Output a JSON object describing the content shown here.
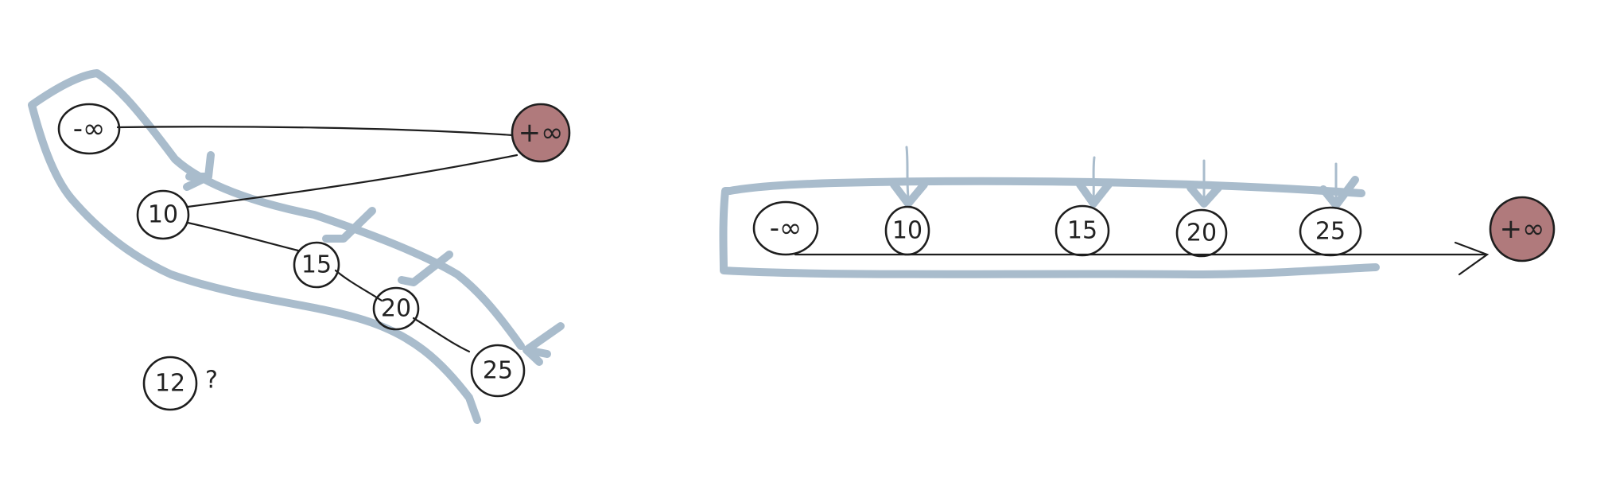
{
  "colors": {
    "ink": "#1e1e1e",
    "highlight": "#a9bccc",
    "positive_infinity_fill": "#b07a7c",
    "background": "#ffffff"
  },
  "left_diagram": {
    "nodes": [
      {
        "id": "neg-inf",
        "label": "-∞"
      },
      {
        "id": "pos-inf",
        "label": "+∞"
      },
      {
        "id": "n10",
        "label": "10"
      },
      {
        "id": "n15",
        "label": "15"
      },
      {
        "id": "n20",
        "label": "20"
      },
      {
        "id": "n25",
        "label": "25"
      }
    ],
    "question_node": {
      "label": "12",
      "suffix": "?"
    }
  },
  "right_diagram": {
    "nodes": [
      {
        "id": "neg-inf",
        "label": "-∞"
      },
      {
        "id": "n10",
        "label": "10"
      },
      {
        "id": "n15",
        "label": "15"
      },
      {
        "id": "n20",
        "label": "20"
      },
      {
        "id": "n25",
        "label": "25"
      },
      {
        "id": "pos-inf",
        "label": "+∞"
      }
    ]
  }
}
